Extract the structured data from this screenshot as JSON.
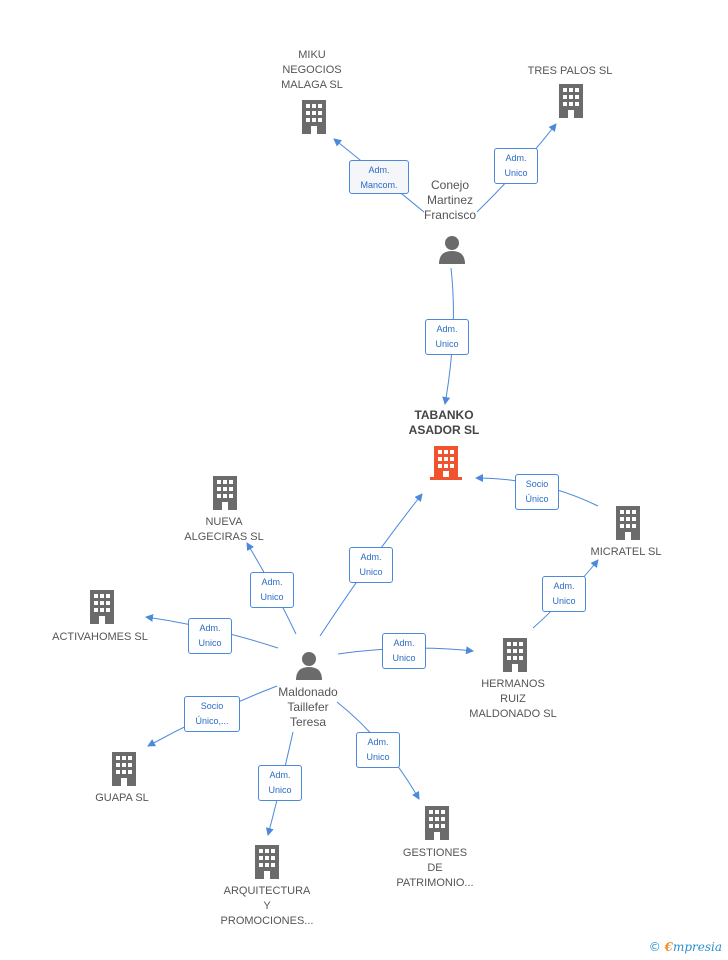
{
  "colors": {
    "edge": "#4a89dc",
    "icon": "#6b6b6b",
    "main": "#f0542f",
    "rel_text": "#2a6bc7"
  },
  "nodes": {
    "miku": {
      "label": "MIKU\nNEGOCIOS\nMALAGA SL",
      "icon": "building-icon"
    },
    "tres_palos": {
      "label": "TRES PALOS SL",
      "icon": "building-icon"
    },
    "conejo": {
      "label": "Conejo\nMartinez\nFrancisco",
      "icon": "person-icon"
    },
    "tabanko": {
      "label": "TABANKO\nASADOR SL",
      "icon": "building-icon"
    },
    "nueva_algeciras": {
      "label": "NUEVA\nALGECIRAS SL",
      "icon": "building-icon"
    },
    "micratel": {
      "label": "MICRATEL SL",
      "icon": "building-icon"
    },
    "activahomes": {
      "label": "ACTIVAHOMES SL",
      "icon": "building-icon"
    },
    "maldonado": {
      "label": "Maldonado\nTaillefer\nTeresa",
      "icon": "person-icon"
    },
    "hermanos": {
      "label": "HERMANOS\nRUIZ\nMALDONADO SL",
      "icon": "building-icon"
    },
    "guapa": {
      "label": "GUAPA SL",
      "icon": "building-icon"
    },
    "gestiones": {
      "label": "GESTIONES\nDE\nPATRIMONIO...",
      "icon": "building-icon"
    },
    "arquitectura": {
      "label": "ARQUITECTURA\nY\nPROMOCIONES...",
      "icon": "building-icon"
    }
  },
  "relations": {
    "conejo_miku": "Adm.\nMancom.",
    "conejo_tres": "Adm.\nUnico",
    "conejo_tabanko": "Adm.\nUnico",
    "micratel_tabanko": "Socio\nÚnico",
    "hermanos_micratel": "Adm.\nUnico",
    "maldonado_tabanko": "Adm.\nUnico",
    "maldonado_nueva": "Adm.\nUnico",
    "maldonado_activa": "Adm.\nUnico",
    "maldonado_hermanos": "Adm.\nUnico",
    "maldonado_guapa": "Socio\nÚnico,...",
    "maldonado_arq": "Adm.\nUnico",
    "maldonado_gest": "Adm.\nUnico"
  },
  "brand": {
    "copyright": "©",
    "name_first": "€",
    "name_rest": "mpresia"
  }
}
